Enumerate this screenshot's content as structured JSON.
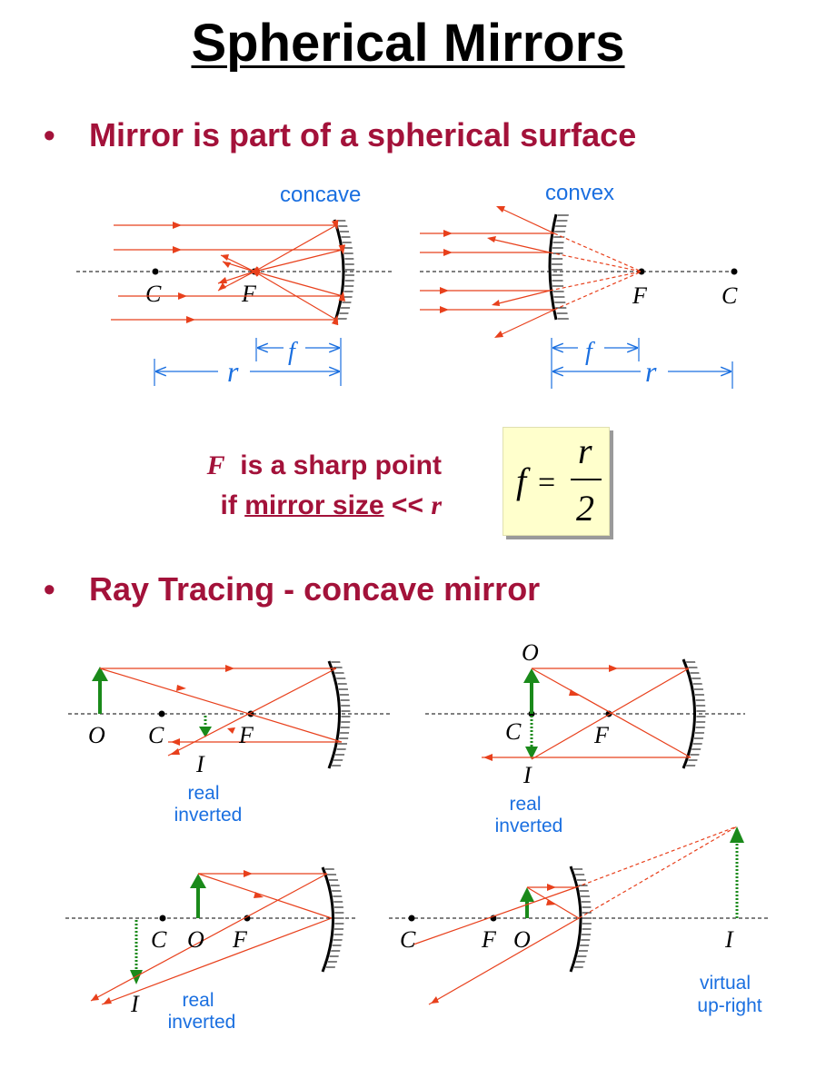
{
  "title": "Spherical Mirrors",
  "bullet1": {
    "bullet": "•",
    "text": "Mirror is part of a spherical surface"
  },
  "bullet2": {
    "bullet": "•",
    "text": "Ray Tracing - concave mirror"
  },
  "top_diagrams": {
    "concave": {
      "label": "concave",
      "C": "C",
      "F": "F",
      "f": "f",
      "r": "r"
    },
    "convex": {
      "label": "convex",
      "F": "F",
      "C": "C",
      "f": "f",
      "r": "r"
    }
  },
  "note": {
    "F": "F",
    "line1_rest": "is a sharp point",
    "line2_pre": "if ",
    "line2_underlined": "mirror size",
    "line2_mid": " << ",
    "r": "r"
  },
  "formula": {
    "lhs": "f",
    "eq": "=",
    "num": "r",
    "den": "2"
  },
  "ray_tracing": {
    "d1": {
      "O": "O",
      "C": "C",
      "F": "F",
      "I": "I",
      "caption1": "real",
      "caption2": "inverted"
    },
    "d2": {
      "O": "O",
      "C": "C",
      "F": "F",
      "I": "I",
      "caption1": "real",
      "caption2": "inverted"
    },
    "d3": {
      "C": "C",
      "O": "O",
      "F": "F",
      "I": "I",
      "caption1": "real",
      "caption2": "inverted"
    },
    "d4": {
      "C": "C",
      "F": "F",
      "O": "O",
      "I": "I",
      "caption1": "virtual",
      "caption2": "up-right"
    }
  },
  "colors": {
    "title": "#000000",
    "bullet": "#a3123a",
    "ray": "#e8401c",
    "label_blue": "#1a6fe0",
    "object_arrow": "#1a8a1a",
    "formula_bg": "#ffffcc"
  }
}
